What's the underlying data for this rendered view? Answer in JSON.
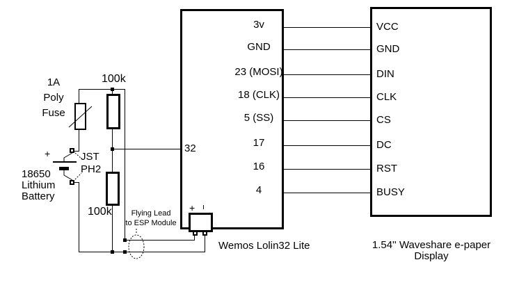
{
  "colors": {
    "ink": "#000000",
    "paper": "#ffffff"
  },
  "mcu": {
    "caption": "Wemos Lolin32 Lite",
    "left_pin": "32",
    "right_pins": [
      "3v",
      "GND",
      "23 (MOSI)",
      "18 (CLK)",
      "5 (SS)",
      "17",
      "16",
      "4"
    ],
    "battery_connector": {
      "plus": "+",
      "minus": "ı"
    }
  },
  "epaper": {
    "caption_line1": "1.54'' Waveshare e-paper",
    "caption_line2": "Display",
    "left_pins": [
      "VCC",
      "GND",
      "DIN",
      "CLK",
      "CS",
      "DC",
      "RST",
      "BUSY"
    ]
  },
  "power": {
    "fuse_label": [
      "1A",
      "Poly",
      "Fuse"
    ],
    "divider_top_label": "100k",
    "divider_bottom_label": "100k",
    "jst_label": [
      "JST",
      "PH2"
    ],
    "battery_label": [
      "18650",
      "Lithium",
      "Battery"
    ],
    "battery_plus": "+",
    "flying_lead_label": [
      "Flying Lead",
      "to ESP Module"
    ]
  }
}
